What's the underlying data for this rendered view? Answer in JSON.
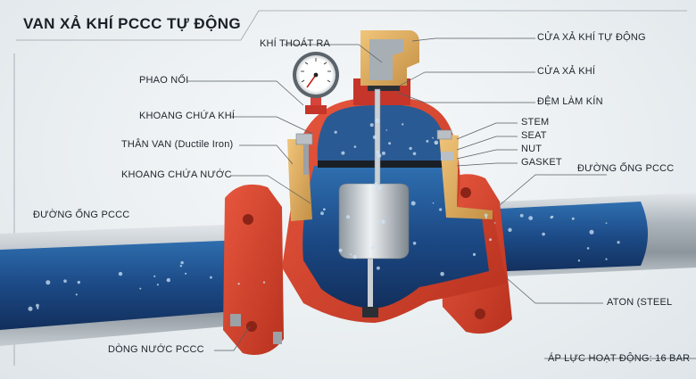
{
  "title": "VAN XẢ KHÍ PCCC TỰ ĐỘNG",
  "labels": {
    "khi_thoat_ra": "KHÍ THOÁT RA",
    "phao_noi": "PHAO NỔI",
    "khoang_chua_khi": "KHOANG CHỨA KHÍ",
    "than_van": "THÂN VAN (Ductile Iron)",
    "khoang_chua_nuoc": "KHOANG CHỨA NƯỚC",
    "duong_ong_left": "ĐƯỜNG ỐNG PCCC",
    "dong_nuoc": "DÒNG NƯỚC PCCC",
    "cua_xa_khi_tu_dong": "CỬA XẢ KHÍ TỰ ĐỘNG",
    "cua_xa_khi": "CỬA XẢ KHÍ",
    "dem_lam_kin": "ĐỆM LÀM KÍN",
    "stem": "STEM",
    "seat": "SEAT",
    "nut": "NUT",
    "gasket": "GASKET",
    "duong_ong_right": "ĐƯỜNG ỐNG PCCC",
    "aton_steel": "ATON (STEEL",
    "ap_luc": "ÁP LỰC HOẠT ĐỘNG: 16 BAR"
  },
  "colors": {
    "valve_body": "#d6432e",
    "brass": "#d9a85e",
    "water": "#1f4f8a",
    "pipe_steel": "#b9c0c6"
  }
}
